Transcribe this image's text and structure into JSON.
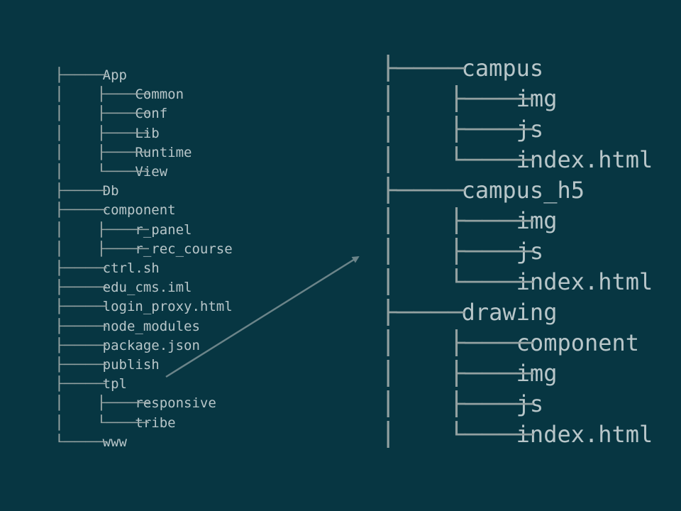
{
  "left_tree": [
    {
      "depth": 0,
      "last": false,
      "name": "App"
    },
    {
      "depth": 1,
      "last": false,
      "name": "Common"
    },
    {
      "depth": 1,
      "last": false,
      "name": "Conf"
    },
    {
      "depth": 1,
      "last": false,
      "name": "Lib"
    },
    {
      "depth": 1,
      "last": false,
      "name": "Runtime"
    },
    {
      "depth": 1,
      "last": true,
      "name": "View"
    },
    {
      "depth": 0,
      "last": false,
      "name": "Db"
    },
    {
      "depth": 0,
      "last": false,
      "name": "component"
    },
    {
      "depth": 1,
      "last": false,
      "name": "r_panel"
    },
    {
      "depth": 1,
      "last": false,
      "name": "r_rec_course"
    },
    {
      "depth": 0,
      "last": false,
      "name": "ctrl.sh"
    },
    {
      "depth": 0,
      "last": false,
      "name": "edu_cms.iml"
    },
    {
      "depth": 0,
      "last": false,
      "name": "login_proxy.html"
    },
    {
      "depth": 0,
      "last": false,
      "name": "node_modules"
    },
    {
      "depth": 0,
      "last": false,
      "name": "package.json"
    },
    {
      "depth": 0,
      "last": false,
      "name": "publish"
    },
    {
      "depth": 0,
      "last": false,
      "name": "tpl"
    },
    {
      "depth": 1,
      "last": false,
      "name": "responsive"
    },
    {
      "depth": 1,
      "last": true,
      "name": "tribe"
    },
    {
      "depth": 0,
      "last": true,
      "name": "www"
    }
  ],
  "right_tree": [
    {
      "depth": 0,
      "last": false,
      "name": "campus"
    },
    {
      "depth": 1,
      "last": false,
      "name": "img"
    },
    {
      "depth": 1,
      "last": false,
      "name": "js"
    },
    {
      "depth": 1,
      "last": true,
      "name": "index.html"
    },
    {
      "depth": 0,
      "last": false,
      "name": "campus_h5"
    },
    {
      "depth": 1,
      "last": false,
      "name": "img"
    },
    {
      "depth": 1,
      "last": false,
      "name": "js"
    },
    {
      "depth": 1,
      "last": true,
      "name": "index.html"
    },
    {
      "depth": 0,
      "last": false,
      "name": "drawing"
    },
    {
      "depth": 1,
      "last": false,
      "name": "component"
    },
    {
      "depth": 1,
      "last": false,
      "name": "img"
    },
    {
      "depth": 1,
      "last": false,
      "name": "js"
    },
    {
      "depth": 1,
      "last": true,
      "name": "index.html"
    }
  ],
  "arrow": {
    "from_entry": "tpl",
    "color": "#6b8489"
  },
  "colors": {
    "background": "#073642",
    "text": "#b8c6c9",
    "tree_lines": "#93a1a1"
  }
}
